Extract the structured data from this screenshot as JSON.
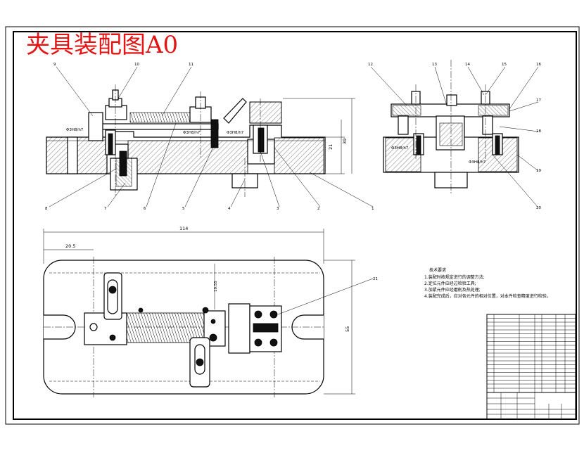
{
  "drawing": {
    "title": "夹具装配图A0",
    "title_color": "#e21414",
    "fit_labels": {
      "f1": "Φ3H8/h7",
      "f2": "Φ3H8/h7",
      "f3": "Φ3H8/h7",
      "f4": "Φ3H8/h7",
      "f5": "Φ3H8/h7"
    },
    "dimensions": {
      "width_114": "114",
      "offset_20_5": "20.5",
      "height_55": "55",
      "height_21": "21",
      "height_39": "39",
      "offset_19": "19.55"
    },
    "front_view_balloons": [
      "9",
      "10",
      "11",
      "8",
      "7",
      "6",
      "5",
      "4",
      "3",
      "2",
      "1"
    ],
    "side_view_balloons": [
      "12",
      "13",
      "14",
      "15",
      "16",
      "17",
      "18",
      "19",
      "20"
    ],
    "top_view_balloons": [
      "21"
    ],
    "notes": {
      "heading": "技术要求",
      "lines": [
        "1.装配时按规定进行的调整方法;",
        "2.定位元件应经过检验工具;",
        "3.加紧元件应经磨削及热处理;",
        "4.装配完成后，应对各元件的相对位置，对本件检查精度进行检验。"
      ]
    }
  }
}
